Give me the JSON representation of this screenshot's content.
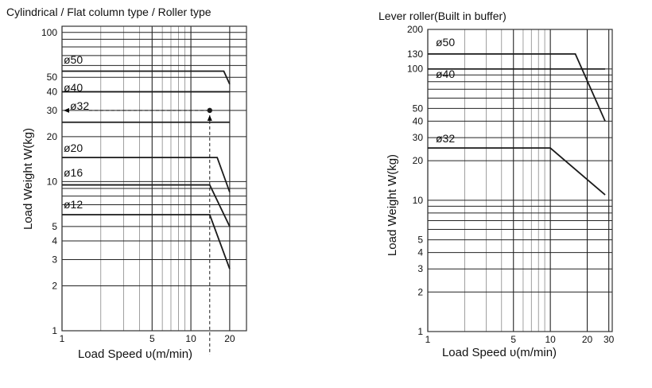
{
  "colors": {
    "line": "#1a1a1a",
    "grid": "#777777",
    "frame": "#333333",
    "background": "#ffffff"
  },
  "chart_data": [
    {
      "type": "line",
      "title": "Cylindrical / Flat column type / Roller type",
      "xlabel": "Load Speed υ(m/min)",
      "ylabel": "Load Weight W(kg)",
      "xscale": "log",
      "yscale": "log",
      "xlim": [
        1,
        27
      ],
      "ylim": [
        1,
        110
      ],
      "xticks": [
        1,
        5,
        10,
        20
      ],
      "yticks": [
        1,
        2,
        3,
        4,
        5,
        10,
        20,
        30,
        40,
        50,
        100
      ],
      "grid": true,
      "series": [
        {
          "name": "ø50",
          "x": [
            1,
            18,
            20
          ],
          "y": [
            55,
            55,
            45
          ]
        },
        {
          "name": "ø40",
          "x": [
            1,
            20
          ],
          "y": [
            40,
            40
          ]
        },
        {
          "name": "ø32",
          "x": [
            1,
            20
          ],
          "y": [
            25,
            25
          ]
        },
        {
          "name": "ø20",
          "x": [
            1,
            16,
            20
          ],
          "y": [
            14.5,
            14.5,
            8.5
          ]
        },
        {
          "name": "ø16",
          "x": [
            1,
            14,
            20
          ],
          "y": [
            9.5,
            9.5,
            5
          ]
        },
        {
          "name": "ø12",
          "x": [
            1,
            14,
            20
          ],
          "y": [
            6,
            6,
            2.6
          ]
        }
      ],
      "example": {
        "x": 14,
        "y": 30
      }
    },
    {
      "type": "line",
      "title": "Lever roller(Built in buffer)",
      "xlabel": "Load Speed υ(m/min)",
      "ylabel": "Load Weight W(kg)",
      "xscale": "log",
      "yscale": "log",
      "xlim": [
        1,
        32
      ],
      "ylim": [
        1,
        200
      ],
      "xticks": [
        1,
        5,
        10,
        20,
        30
      ],
      "yticks": [
        1,
        2,
        3,
        4,
        5,
        10,
        20,
        30,
        40,
        50,
        100,
        130,
        200
      ],
      "grid": true,
      "series": [
        {
          "name": "ø50",
          "x": [
            1,
            16,
            28
          ],
          "y": [
            130,
            130,
            40
          ]
        },
        {
          "name": "ø40",
          "x": [
            1,
            28
          ],
          "y": [
            100,
            100
          ]
        },
        {
          "name": "ø32",
          "x": [
            1,
            10,
            28
          ],
          "y": [
            25,
            25,
            11
          ]
        }
      ]
    }
  ]
}
